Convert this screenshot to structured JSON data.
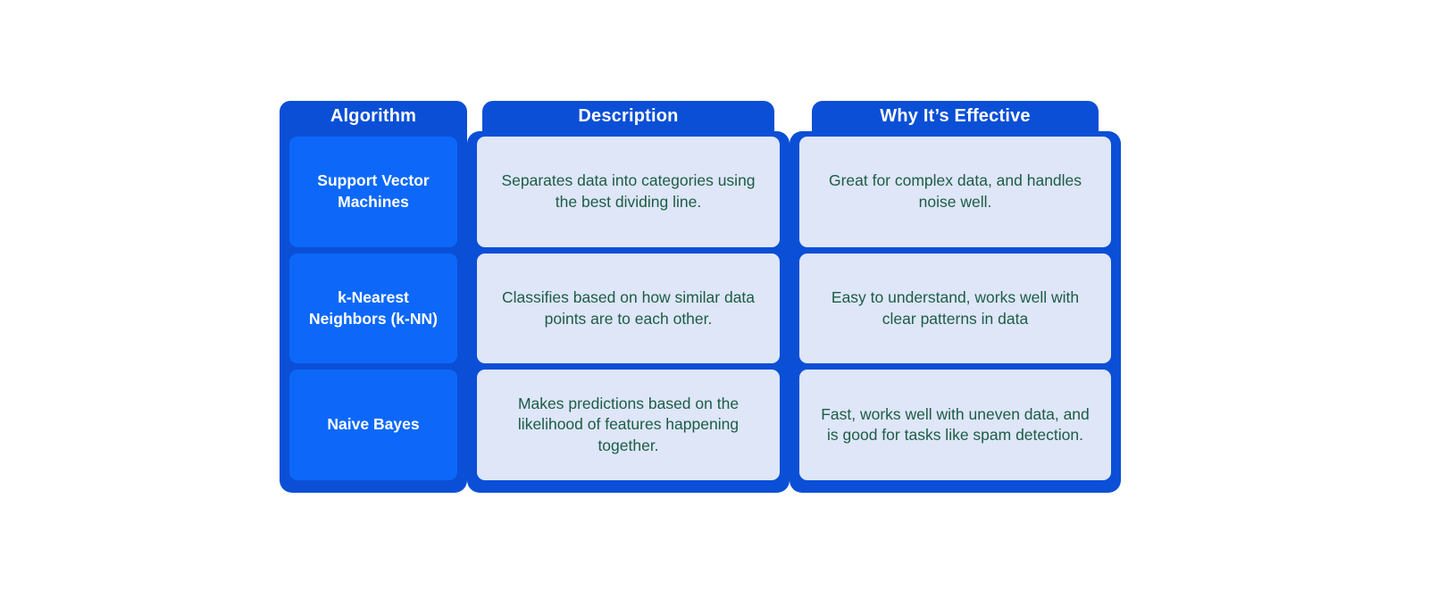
{
  "colors": {
    "page_background": "#ffffff",
    "panel_blue": "#0a4fd6",
    "cell_blue": "#0d68fa",
    "cell_lavender": "#dee6f8",
    "header_text": "#ffffff",
    "algorithm_text": "#ffffff",
    "body_text": "#1d5c46"
  },
  "table": {
    "columns": [
      {
        "id": "algorithm",
        "header": "Algorithm"
      },
      {
        "id": "description",
        "header": "Description"
      },
      {
        "id": "effective",
        "header": "Why It’s Effective"
      }
    ],
    "rows": [
      {
        "algorithm": "Support Vector Machines",
        "description": "Separates data into categories using the best dividing line.",
        "effective": "Great for complex data, and handles noise well."
      },
      {
        "algorithm": "k-Nearest Neighbors (k-NN)",
        "description": "Classifies based on how similar data points are to each other.",
        "effective": "Easy to understand, works well with clear patterns in data"
      },
      {
        "algorithm": "Naive Bayes",
        "description": "Makes predictions based on the likelihood of features happening together.",
        "effective": "Fast, works well with uneven data, and is good for tasks like spam detection."
      }
    ]
  }
}
